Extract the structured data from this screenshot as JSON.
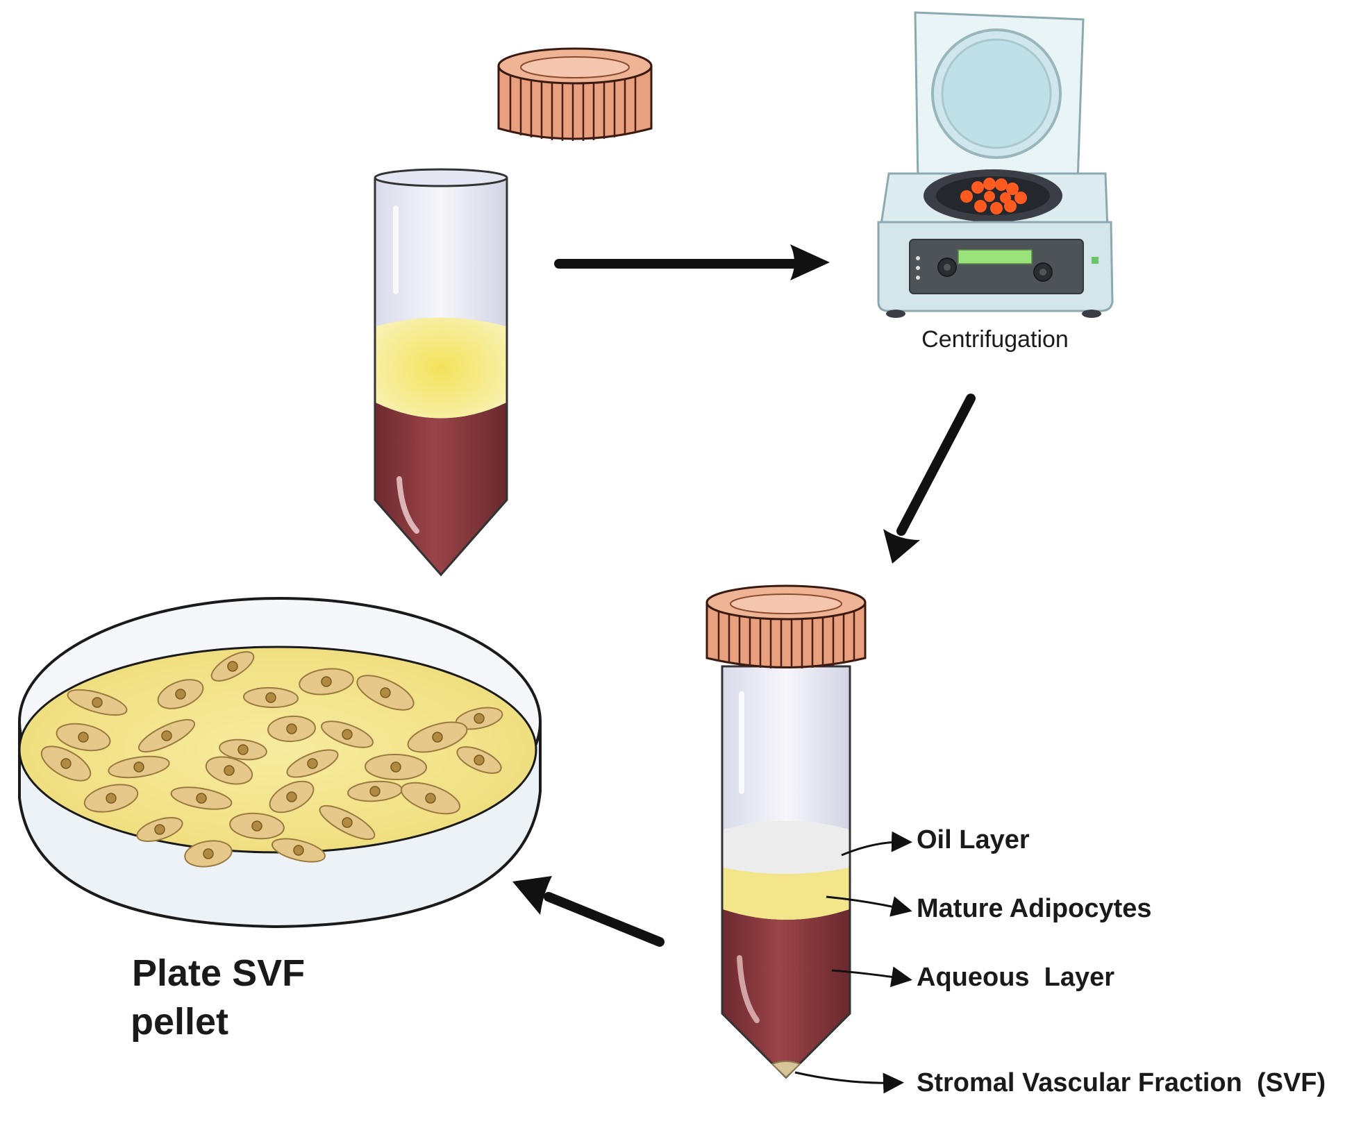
{
  "labels": {
    "centrifugation": "Centrifugation",
    "oil_layer": "Oil Layer",
    "mature_adipocytes": "Mature Adipocytes",
    "aqueous_layer": "Aqueous  Layer",
    "svf": "Stromal Vascular Fraction  (SVF)",
    "plate_line1": "Plate SVF",
    "plate_line2": "pellet"
  },
  "colors": {
    "cap": "#e39a7a",
    "cap_ridges": "#5a2a1a",
    "blood": "#8a3a3f",
    "fat_yellow": "#f6ea7a",
    "oil": "#eeeeee",
    "centrifuge_body": "#dfeef1",
    "centrifuge_lid": "#e7f3f5",
    "rotor_tubes": "#ff5a1f",
    "display": "#9be27a",
    "dish_medium": "#f3e39a",
    "cell": "#e6c98a",
    "arrow": "#111111"
  }
}
